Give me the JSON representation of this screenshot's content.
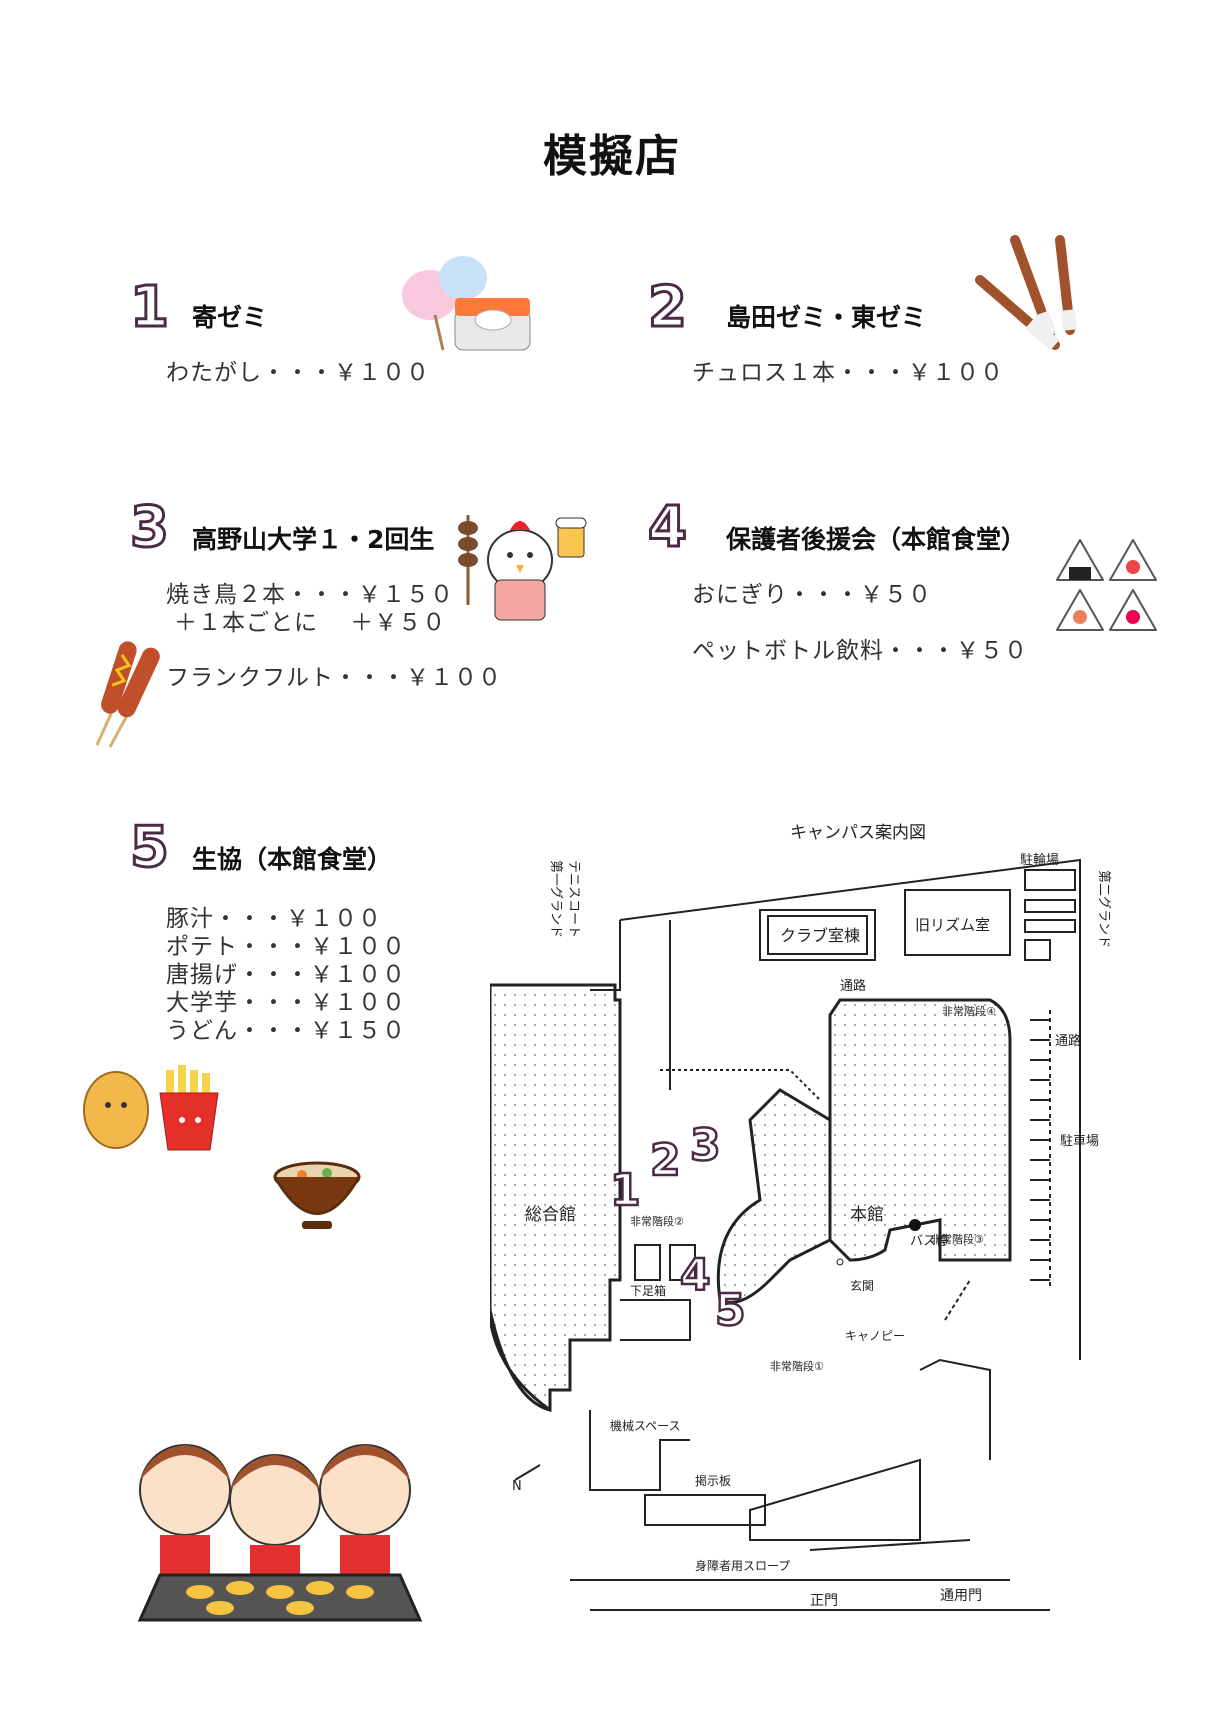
{
  "title": "模擬店",
  "shops": [
    {
      "num": "1",
      "name": "寄ゼミ",
      "items": [
        "わたがし・・・￥１００"
      ]
    },
    {
      "num": "2",
      "name": "島田ゼミ・東ゼミ",
      "items": [
        "チュロス１本・・・￥１００"
      ]
    },
    {
      "num": "3",
      "name": "高野山大学１・2回生",
      "items": [
        "焼き鳥２本・・・￥１５０",
        "＋１本ごとに　 ＋￥５０",
        "フランクフルト・・・￥１００"
      ]
    },
    {
      "num": "4",
      "name": "保護者後援会（本館食堂）",
      "items": [
        "おにぎり・・・￥５０",
        "ペットボトル飲料・・・￥５０"
      ]
    },
    {
      "num": "5",
      "name": "生協（本館食堂）",
      "items": [
        "豚汁・・・￥１００",
        "ポテト・・・￥１００",
        "唐揚げ・・・￥１００",
        "大学芋・・・￥１００",
        "うどん・・・￥１５０"
      ]
    }
  ],
  "map": {
    "title": "キャンパス案内図",
    "labels": {
      "tennis": "テニスコート",
      "ground1": "第一グランド",
      "ground2": "第二グランド",
      "parking_bike": "駐輪場",
      "club": "クラブ室棟",
      "rhythm": "旧リズム室",
      "passage1": "通路",
      "passage2": "通路",
      "stairs4": "非常階段④",
      "parking": "駐車場",
      "sogo": "総合館",
      "honkan": "本館",
      "stairs2": "非常階段②",
      "stairs3": "非常階段③",
      "shoebox": "下足箱",
      "entrance": "玄関",
      "canopy": "キャノピー",
      "bus": "バス停",
      "stairs1": "非常階段①",
      "machine": "機械スペース",
      "board": "掲示板",
      "slope": "身障者用スロープ",
      "main_gate": "正門",
      "side_gate": "通用門",
      "north": "N"
    },
    "markers": [
      "1",
      "2",
      "3",
      "4",
      "5"
    ]
  }
}
